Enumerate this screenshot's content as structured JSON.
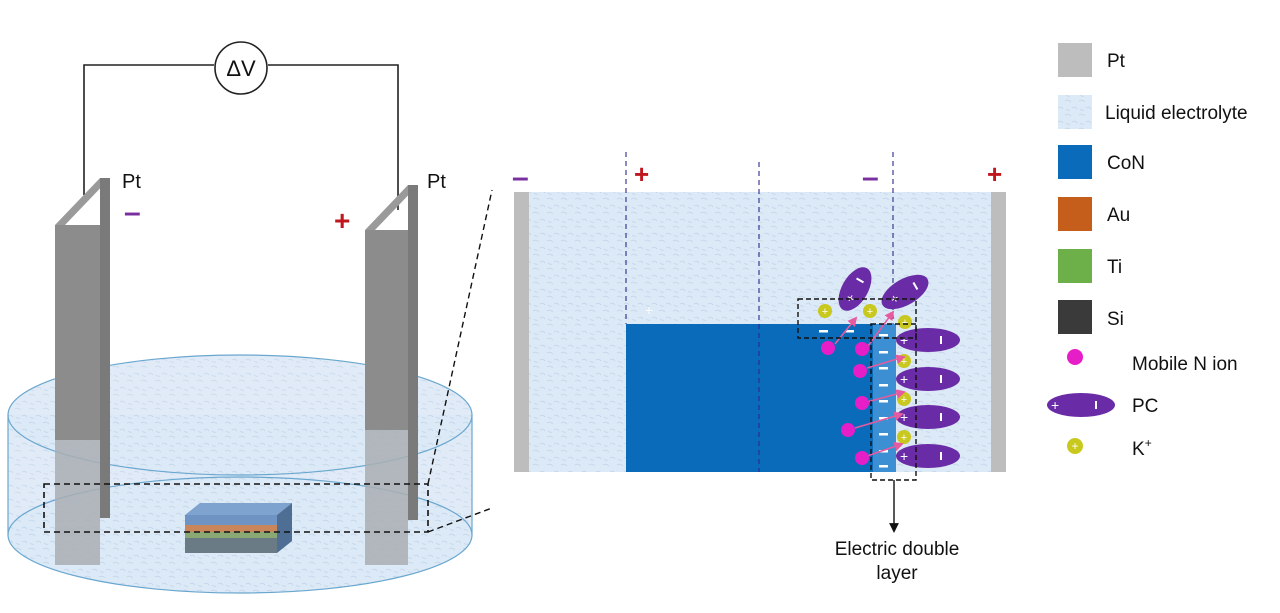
{
  "setup": {
    "voltmeter_label": "ΔV",
    "left_electrode_label": "Pt",
    "right_electrode_label": "Pt",
    "left_polarity": "–",
    "right_polarity": "+"
  },
  "zoom": {
    "polarity_marks": [
      "–",
      "+",
      "–",
      "+"
    ],
    "stray_mark": "+",
    "edl_caption_line1": "Electric double",
    "edl_caption_line2": "layer"
  },
  "legend": {
    "items": [
      {
        "id": "pt",
        "label": "Pt",
        "color": "#bdbdbd"
      },
      {
        "id": "liquid",
        "label": "Liquid electrolyte",
        "color": "#dbe8f5"
      },
      {
        "id": "con",
        "label": "CoN",
        "color": "#0a6bbb"
      },
      {
        "id": "au",
        "label": "Au",
        "color": "#c45e1a"
      },
      {
        "id": "ti",
        "label": "Ti",
        "color": "#6daf48"
      },
      {
        "id": "si",
        "label": "Si",
        "color": "#3a3a3a"
      },
      {
        "id": "n-ion",
        "label": "Mobile N ion",
        "color": "#e61ec8"
      },
      {
        "id": "pc",
        "label": "PC",
        "color": "#6a2ca6"
      },
      {
        "id": "k-ion",
        "label": "K",
        "sup": "+",
        "color": "#c8c81e"
      }
    ]
  },
  "colors": {
    "electrolyte": "#dbe8f5",
    "electrode_dark": "#8a8a8a",
    "polarity_minus": "#7a2fa0",
    "polarity_plus": "#c0171f"
  }
}
